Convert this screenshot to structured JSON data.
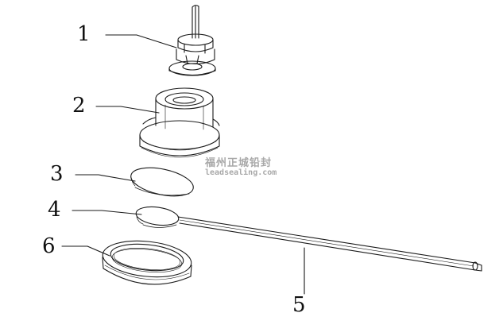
{
  "labels": {
    "part_1": "1",
    "part_2": "2",
    "part_3": "3",
    "part_4": "4",
    "part_5": "5",
    "part_6": "6"
  },
  "watermark": {
    "line1": "福州正城铅封",
    "line2": "leadsealing.com"
  },
  "colors": {
    "line": "#1a1a1a",
    "watermark": "#9a9a9a"
  }
}
